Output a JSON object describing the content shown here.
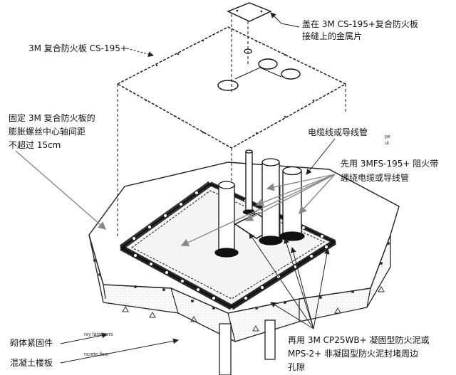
{
  "labels": {
    "cover_plate": [
      "盖在 3M CS-195+复合防火板",
      "接缝上的金属片"
    ],
    "composite_board": "3M 复合防火板 CS-195+",
    "anchor_spacing": [
      "固定 3M 复合防火板的",
      "膨胀螺丝中心轴间距",
      "不超过 15cm"
    ],
    "cable_conduit": "电缆线或导线管",
    "fire_tape": [
      "先用 3MFS-195+ 阻火带",
      "缠绕电缆或导线管"
    ],
    "masonry_fastener": "砌体紧固件",
    "concrete_slab": "混凝土楼板",
    "sealant": [
      "再用 3M CP25WB+ 凝固型防火泥或",
      "MPS-2+ 非凝固型防火泥封堵周边",
      "孔隙"
    ]
  },
  "original_small_text": {
    "fasteners": "nry fasteners",
    "floor": "ncrete floor",
    "pe": "pe",
    "ut": "ut"
  }
}
